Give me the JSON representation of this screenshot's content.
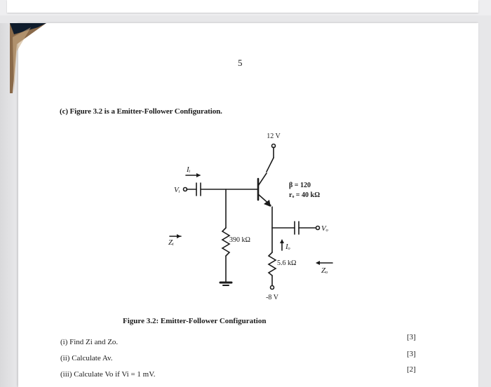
{
  "page": {
    "number": "5"
  },
  "section": {
    "title": "(c) Figure 3.2 is a Emitter-Follower Configuration."
  },
  "circuit": {
    "vcc_label": "12 V",
    "vee_label": "-8 V",
    "rb_label": "390 kΩ",
    "re_label": "5.6 kΩ",
    "beta_label": "β = 120",
    "ro_label": "rₒ = 40 kΩ",
    "vi_label": "Vᵢ",
    "ii_label": "Iᵢ",
    "zi_label": "Zᵢ",
    "vo_label": "Vₒ",
    "io_label": "Iₒ",
    "zo_label": "Zₒ"
  },
  "figure": {
    "caption": "Figure 3.2: Emitter-Follower Configuration"
  },
  "questions": [
    {
      "text": "(i) Find Zi and Zo.",
      "marks": "[3]"
    },
    {
      "text": "(ii) Calculate Av.",
      "marks": "[3]"
    },
    {
      "text": "(iii) Calculate Vo if Vi = 1 mV.",
      "marks": "[2]"
    }
  ]
}
